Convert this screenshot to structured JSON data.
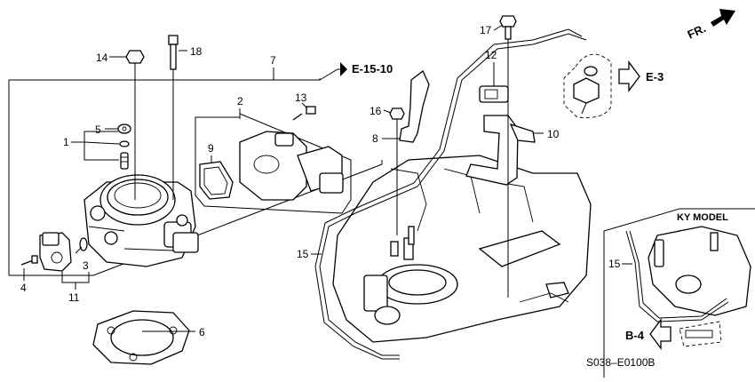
{
  "callouts": {
    "c1": "1",
    "c2": "2",
    "c3": "3",
    "c4": "4",
    "c5": "5",
    "c6": "6",
    "c7": "7",
    "c8": "8",
    "c9": "9",
    "c10": "10",
    "c11": "11",
    "c12": "12",
    "c13": "13",
    "c14": "14",
    "c15": "15",
    "c15b": "15",
    "c16": "16",
    "c17": "17",
    "c18": "18"
  },
  "refs": {
    "e1510": "E-15-10",
    "e3": "E-3",
    "b4": "B-4",
    "fr": "FR."
  },
  "inset_title": "KY MODEL",
  "diagram_code": "S038–E0100B"
}
